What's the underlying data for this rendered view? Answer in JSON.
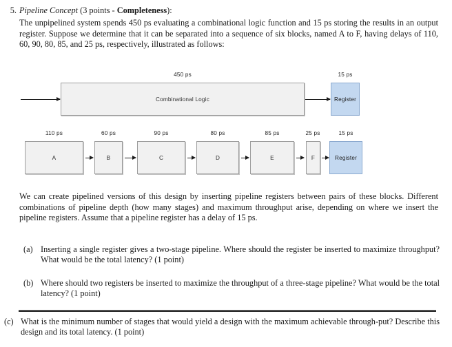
{
  "question": {
    "number": "5.",
    "title": "Pipeline Concept",
    "title_suffix_open": " (3 points - ",
    "title_bold": "Completeness",
    "title_suffix_close": "):",
    "paragraph_1": "The unpipelined system spends 450 ps evaluating a combinational logic function and 15 ps storing the results in an output register. Suppose we determine that it can be separated into a sequence of six blocks, named A to F, having delays of 110, 60, 90, 80, 85, and 25 ps, respectively, illustrated as follows:",
    "paragraph_2": "We can create pipelined versions of this design by inserting pipeline registers between pairs of these blocks. Different combinations of pipeline depth (how many stages) and maximum throughput arise, depending on where we insert the pipeline registers. Assume that a pipeline register has a delay of 15 ps.",
    "subquestions": [
      {
        "marker": "(a)",
        "text": "Inserting a single register gives a two-stage pipeline. Where should the register be inserted to maximize throughput? What would be the total latency? (1 point)"
      },
      {
        "marker": "(b)",
        "text": "Where should two registers be inserted to maximize the throughput of a three-stage pipeline? What would be the total latency? (1 point)"
      },
      {
        "marker": "(c)",
        "text": "What is the minimum number of stages that would yield a design with the maximum achievable through-put? Describe this design and its total latency. (1 point)"
      }
    ]
  },
  "diagram_unpipelined": {
    "blocks": [
      {
        "label": "Combinational Logic",
        "delay": "450 ps",
        "kind": "logic"
      },
      {
        "label": "Register",
        "delay": "15 ps",
        "kind": "register"
      }
    ]
  },
  "diagram_pipelined": {
    "blocks": [
      {
        "label": "A",
        "delay": "110 ps",
        "kind": "logic"
      },
      {
        "label": "B",
        "delay": "60 ps",
        "kind": "logic"
      },
      {
        "label": "C",
        "delay": "90 ps",
        "kind": "logic"
      },
      {
        "label": "D",
        "delay": "80 ps",
        "kind": "logic"
      },
      {
        "label": "E",
        "delay": "85 ps",
        "kind": "logic"
      },
      {
        "label": "F",
        "delay": "25 ps",
        "kind": "logic"
      },
      {
        "label": "Register",
        "delay": "15 ps",
        "kind": "register"
      }
    ]
  },
  "colors": {
    "logic_fill": "#f1f1f1",
    "logic_stroke": "#9c9c9c",
    "register_fill": "#c3d8f0",
    "register_stroke": "#8ba9cf",
    "arrow": "#1b1b1b",
    "text": "#1a1a1a"
  }
}
